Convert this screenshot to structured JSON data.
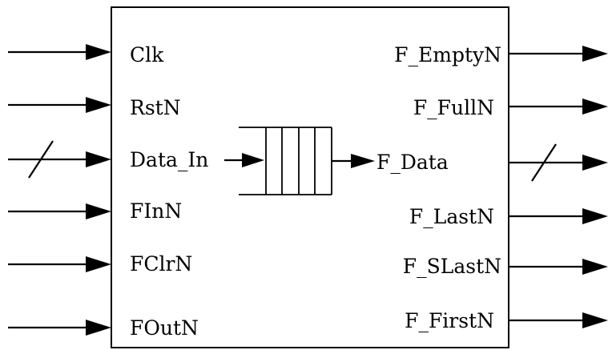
{
  "block": {
    "inputs": [
      {
        "id": "clk",
        "label": "Clk",
        "bus": false
      },
      {
        "id": "rstn",
        "label": "RstN",
        "bus": false
      },
      {
        "id": "data-in",
        "label": "Data_In",
        "bus": true
      },
      {
        "id": "finn",
        "label": "FInN",
        "bus": false
      },
      {
        "id": "fclrn",
        "label": "FClrN",
        "bus": false
      },
      {
        "id": "foutn",
        "label": "FOutN",
        "bus": false
      }
    ],
    "outputs": [
      {
        "id": "f-emptyn",
        "label": "F_EmptyN",
        "bus": false
      },
      {
        "id": "f-fulln",
        "label": "F_FullN",
        "bus": false
      },
      {
        "id": "f-data",
        "label": "F_Data",
        "bus": true
      },
      {
        "id": "f-lastn",
        "label": "F_LastN",
        "bus": false
      },
      {
        "id": "f-slastn",
        "label": "F_SLastN",
        "bus": false
      },
      {
        "id": "f-firstn",
        "label": "F_FirstN",
        "bus": false
      }
    ]
  }
}
